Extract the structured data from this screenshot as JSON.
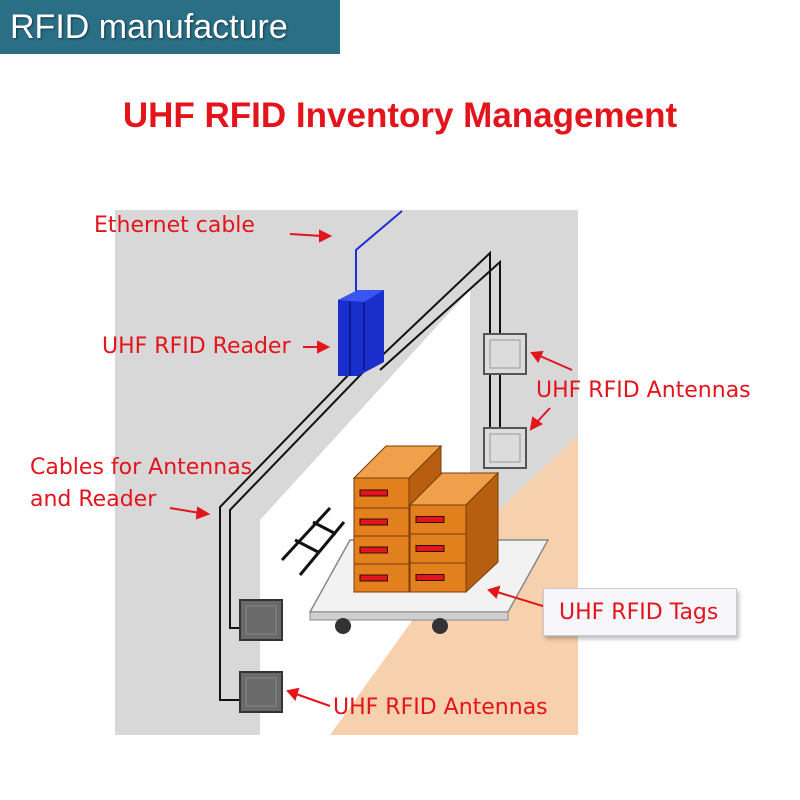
{
  "header": {
    "badge": "RFID manufacture",
    "title": "UHF RFID Inventory Management"
  },
  "labels": {
    "ethernet_cable": "Ethernet cable",
    "reader": "UHF RFID Reader",
    "antennas_right": "UHF RFID Antennas",
    "cables_line1": "Cables for Antennas",
    "cables_line2": "and Reader",
    "tags": "UHF RFID Tags",
    "antennas_bottom": "UHF RFID Antennas"
  },
  "colors": {
    "label_red": "#e3141c",
    "badge_bg": "#2a6f86",
    "wall_gray": "#d8d8d8",
    "floor_peach": "#f7d1ad",
    "reader_blue": "#1a2ecc",
    "box_orange": "#e2801e"
  }
}
